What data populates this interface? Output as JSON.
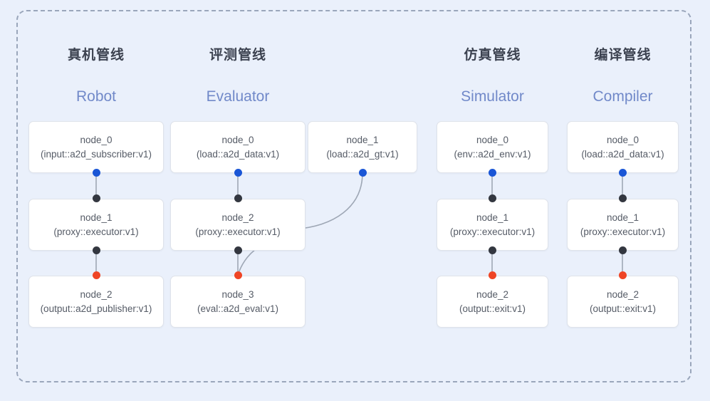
{
  "diagram": {
    "background_color": "#eaf0fb",
    "frame_border_color": "#9aa6bb",
    "node_fill": "#ffffff",
    "node_border": "#dfe3ea",
    "edge_color": "#9ea7b5",
    "dot_colors": {
      "input": "#1a56d6",
      "middle": "#333740",
      "output": "#ef4525"
    },
    "heading_cn_color": "#3c4250",
    "heading_en_color": "#7189c9"
  },
  "columns": [
    {
      "id": "robot",
      "title_cn": "真机管线",
      "title_en": "Robot",
      "nodes": [
        {
          "name": "node_0",
          "type": "(input::a2d_subscriber:v1)"
        },
        {
          "name": "node_1",
          "type": "(proxy::executor:v1)"
        },
        {
          "name": "node_2",
          "type": "(output::a2d_publisher:v1)"
        }
      ]
    },
    {
      "id": "evaluator",
      "title_cn": "评测管线",
      "title_en": "Evaluator",
      "nodes": [
        {
          "name": "node_0",
          "type": "(load::a2d_data:v1)"
        },
        {
          "name": "node_1",
          "type": "(load::a2d_gt:v1)"
        },
        {
          "name": "node_2",
          "type": "(proxy::executor:v1)"
        },
        {
          "name": "node_3",
          "type": "(eval::a2d_eval:v1)"
        }
      ]
    },
    {
      "id": "simulator",
      "title_cn": "仿真管线",
      "title_en": "Simulator",
      "nodes": [
        {
          "name": "node_0",
          "type": "(env::a2d_env:v1)"
        },
        {
          "name": "node_1",
          "type": "(proxy::executor:v1)"
        },
        {
          "name": "node_2",
          "type": "(output::exit:v1)"
        }
      ]
    },
    {
      "id": "compiler",
      "title_cn": "编译管线",
      "title_en": "Compiler",
      "nodes": [
        {
          "name": "node_0",
          "type": "(load::a2d_data:v1)"
        },
        {
          "name": "node_1",
          "type": "(proxy::executor:v1)"
        },
        {
          "name": "node_2",
          "type": "(output::exit:v1)"
        }
      ]
    }
  ]
}
